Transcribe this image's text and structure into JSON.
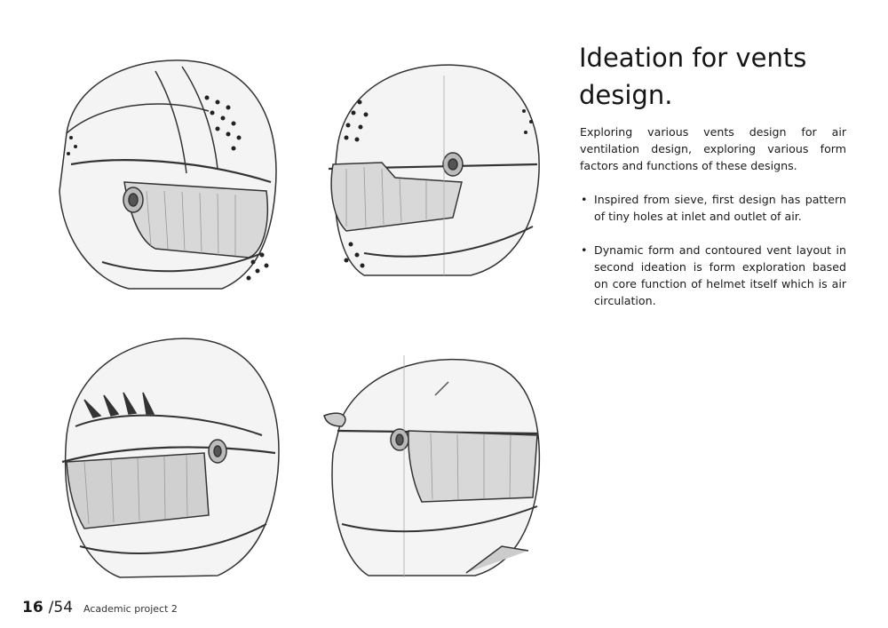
{
  "heading": "Ideation for vents design.",
  "intro": "Exploring various vents design for air ventilation design, exploring various form factors and functions of these designs.",
  "bullets": [
    "Inspired from sieve, first design has pattern of tiny holes at inlet and outlet of air.",
    "Dynamic form and contoured vent layout in second ideation is form exploration based on core function of helmet itself which is air circulation."
  ],
  "footer": {
    "page": "16",
    "total": "/54",
    "project": "Academic project 2"
  },
  "sketches": [
    {
      "name": "helmet-sketch-sieve-front-three-quarter"
    },
    {
      "name": "helmet-sketch-sieve-side"
    },
    {
      "name": "helmet-sketch-contoured-front-three-quarter"
    },
    {
      "name": "helmet-sketch-contoured-side"
    }
  ]
}
